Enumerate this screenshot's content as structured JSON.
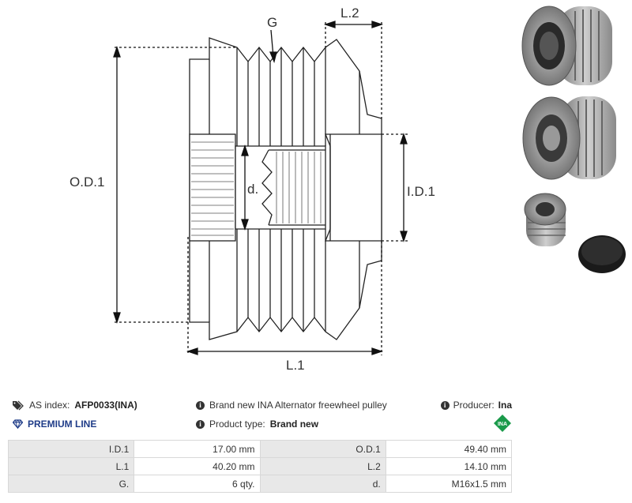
{
  "drawing": {
    "labels": {
      "g": "G",
      "l2": "L.2",
      "od1": "O.D.1",
      "d": "d.",
      "id1": "I.D.1",
      "l1": "L.1"
    }
  },
  "product": {
    "as_index_label": "AS index:",
    "as_index_value": "AFP0033(INA)",
    "description": "Brand new INA Alternator freewheel pulley",
    "producer_label": "Producer:",
    "producer_value": "Ina",
    "premium_line": "PREMIUM LINE",
    "product_type_label": "Product type:",
    "product_type_value": "Brand new",
    "brand_logo_text": "INA"
  },
  "specs": [
    {
      "label1": "I.D.1",
      "value1": "17.00 mm",
      "label2": "O.D.1",
      "value2": "49.40 mm"
    },
    {
      "label1": "L.1",
      "value1": "40.20 mm",
      "label2": "L.2",
      "value2": "14.10 mm"
    },
    {
      "label1": "G.",
      "value1": "6 qty.",
      "label2": "d.",
      "value2": "M16x1.5 mm"
    }
  ],
  "colors": {
    "premium": "#1f3c88",
    "ina_green": "#1a9a4a",
    "table_label_bg": "#e8e8e8"
  }
}
